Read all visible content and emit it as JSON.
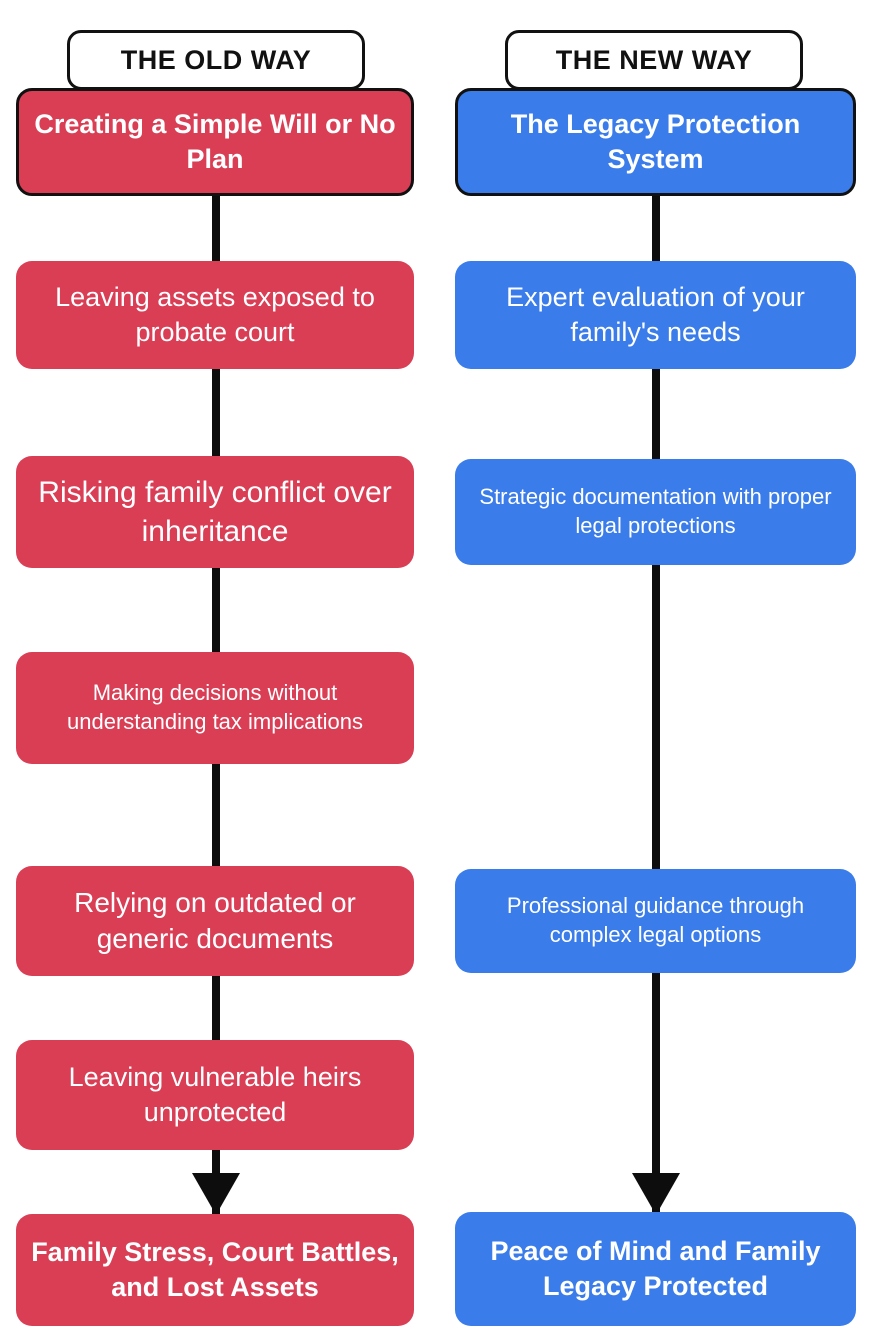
{
  "title": "Old Way vs New Way estate planning comparison",
  "colors": {
    "old_accent": "#d93e55",
    "new_accent": "#3a7ce9",
    "connector": "#0d0d0d",
    "header_text": "#111111",
    "box_text": "#ffffff"
  },
  "old_way": {
    "header": "THE OLD WAY",
    "boxes": [
      {
        "text": "Creating a Simple Will or No Plan"
      },
      {
        "text": "Leaving assets exposed to probate court"
      },
      {
        "text": "Risking family conflict over inheritance"
      },
      {
        "text": "Making decisions without understanding tax implications"
      },
      {
        "text": "Relying on outdated or generic documents"
      },
      {
        "text": "Leaving vulnerable heirs unprotected"
      },
      {
        "text": "Family Stress, Court Battles, and Lost Assets"
      }
    ]
  },
  "new_way": {
    "header": "THE NEW WAY",
    "boxes": [
      {
        "text": "The Legacy Protection System"
      },
      {
        "text": "Expert evaluation of your family's needs"
      },
      {
        "text": "Strategic documentation with proper legal protections"
      },
      {
        "text": "Professional guidance through complex legal options"
      },
      {
        "text": "Peace of Mind and Family Legacy Protected"
      }
    ]
  }
}
